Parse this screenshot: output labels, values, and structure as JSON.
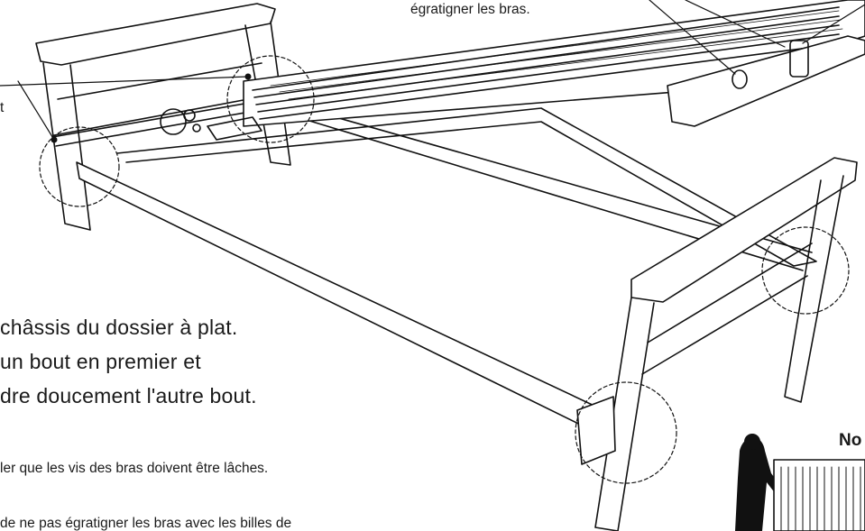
{
  "callouts": {
    "top_right_fragment": "égratigner les bras.",
    "left_fragment": "t"
  },
  "instruction": {
    "line1": "châssis du dossier à plat.",
    "line2": "un bout en premier et",
    "line3": "dre doucement l'autre bout."
  },
  "notes": {
    "note1": "ler que les vis des bras doivent être lâches.",
    "note2": "de ne pas égratigner les bras avec les billes de"
  },
  "inset": {
    "header_fragment": "No"
  }
}
